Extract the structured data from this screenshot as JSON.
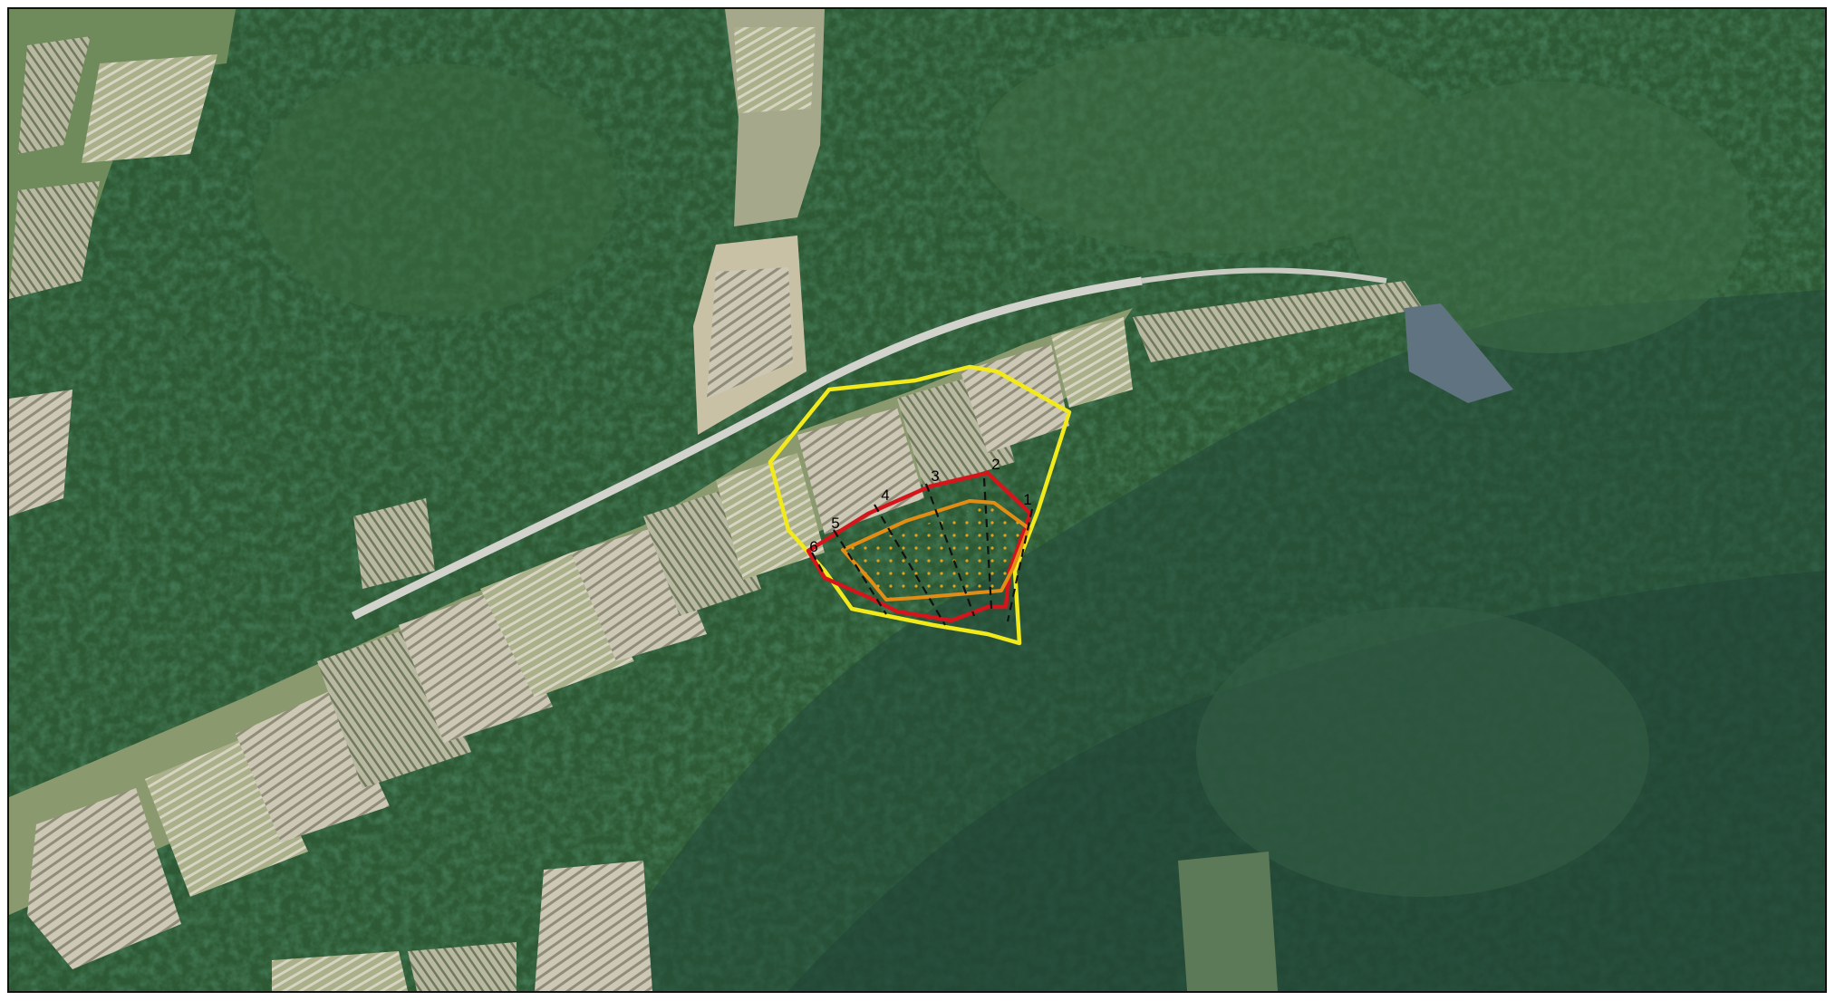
{
  "map": {
    "overlay_colors": {
      "outer_boundary": "#f2ea1b",
      "red_boundary": "#d4151b",
      "orange_boundary": "#e38d15",
      "section_lines": "#111111",
      "dot_fill": "#e8a21a"
    },
    "section_labels": [
      "1",
      "2",
      "3",
      "4",
      "5",
      "6"
    ],
    "terrain": [
      "forest",
      "cultivated-fields",
      "road",
      "pond"
    ]
  }
}
